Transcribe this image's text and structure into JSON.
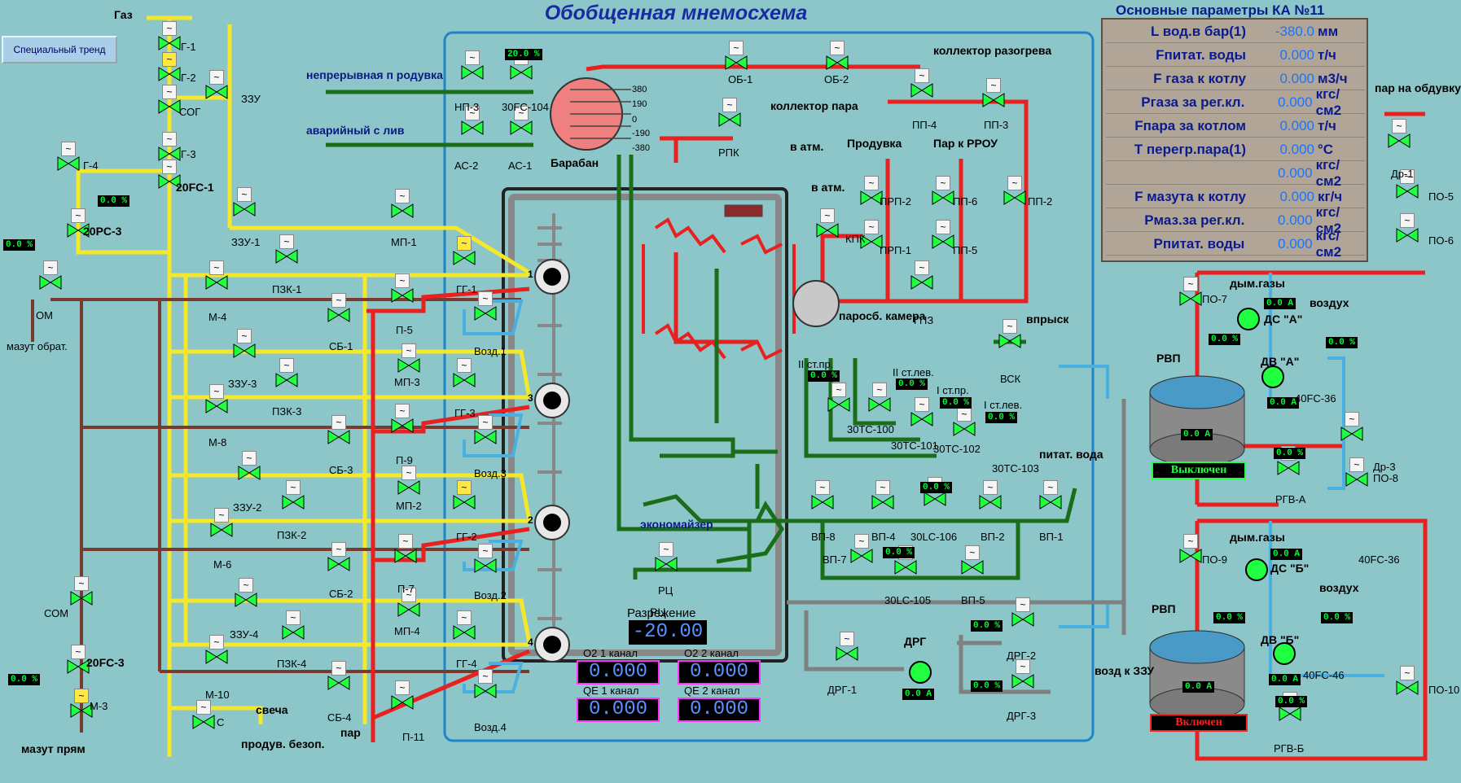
{
  "title": "Обобщенная мнемосхема",
  "special_trend": "Специальный тренд",
  "params_title": "Основные параметры КА №11",
  "params": [
    {
      "name": "L вод.в бар(1)",
      "value": "-380.0",
      "unit": "мм"
    },
    {
      "name": "Fпитат. воды",
      "value": "0.000",
      "unit": "т/ч"
    },
    {
      "name": "F газа к котлу",
      "value": "0.000",
      "unit": "м3/ч"
    },
    {
      "name": "Ргаза за рег.кл.",
      "value": "0.000",
      "unit": "кгс/см2"
    },
    {
      "name": "Fпара за котлом",
      "value": "0.000",
      "unit": "т/ч"
    },
    {
      "name": "Т перегр.пара(1)",
      "value": "0.000",
      "unit": "°С"
    },
    {
      "name": "",
      "value": "0.000",
      "unit": "кгс/см2"
    },
    {
      "name": "F мазута к котлу",
      "value": "0.000",
      "unit": "кг/ч"
    },
    {
      "name": "Рмаз.за рег.кл.",
      "value": "0.000",
      "unit": "кгс/см2"
    },
    {
      "name": "Рпитат. воды",
      "value": "0.000",
      "unit": "кгс/см2"
    }
  ],
  "labels": {
    "gas": "Газ",
    "g1": "Г-1",
    "g2": "Г-2",
    "g3": "Г-3",
    "g4": "Г-4",
    "sog": "СОГ",
    "zzu": "ЗЗУ",
    "fc1": "20FC-1",
    "pc3": "20PC-3",
    "om": "ОМ",
    "mazut_obr": "мазут обрат.",
    "fc3": "20FC-3",
    "som": "СОМ",
    "m3": "М-3",
    "mazut_pr": "мазут прям",
    "np_line": "непрерывная п родувка",
    "av_line": "аварийный с лив",
    "np3": "НП-3",
    "fc104": "30FC-104",
    "as2": "АС-2",
    "as1": "АС-1",
    "baraban": "Барабан",
    "ob1": "ОБ-1",
    "ob2": "ОБ-2",
    "koll_razog": "коллектор разогрева",
    "koll_para": "коллектор пара",
    "pp4": "ПП-4",
    "pp3": "ПП-3",
    "rpk": "РПК",
    "v_atm": "в атм.",
    "produvka": "Продувка",
    "par_rrou": "Пар к РРОУ",
    "v_atm2": "в атм.",
    "kpk": "КПК",
    "prp2": "ПРП-2",
    "prp1": "ПРП-1",
    "pp6": "ПП-6",
    "pp5": "ПП-5",
    "pp2": "ПП-2",
    "parosb": "паросб. камера",
    "gpz": "ГПЗ",
    "vprysk": "впрыск",
    "vsk": "ВСК",
    "par_obduv": "пар на обдувку",
    "dr1": "Др-1",
    "po5": "ПО-5",
    "po6": "ПО-6",
    "zzu1": "ЗЗУ-1",
    "mp1": "МП-1",
    "pzk1": "ПЗК-1",
    "gg1": "ГГ-1",
    "m4": "М-4",
    "p5": "П-5",
    "sb1": "СБ-1",
    "vozd1": "Возд.1",
    "zzu3": "ЗЗУ-3",
    "mp3": "МП-3",
    "pzk3": "ПЗК-3",
    "gg3": "ГГ-3",
    "m8": "М-8",
    "p9": "П-9",
    "sb3": "СБ-3",
    "vozd3": "Возд.3",
    "zzu2": "ЗЗУ-2",
    "mp2": "МП-2",
    "pzk2": "ПЗК-2",
    "gg2": "ГГ-2",
    "m6": "М-6",
    "p7": "П-7",
    "sb2": "СБ-2",
    "vozd2": "Возд.2",
    "zzu4": "ЗЗУ-4",
    "mp4": "МП-4",
    "pzk4": "ПЗК-4",
    "gg4": "ГГ-4",
    "m10": "М-10",
    "p11": "П-11",
    "sb4": "СБ-4",
    "vozd4": "Возд.4",
    "s": "С",
    "svecha": "свеча",
    "produv": "продув. безоп.",
    "par": "пар",
    "ekonom": "экономайзер",
    "rc": "РЦ",
    "razrezh": "Разрежение",
    "o2_1": "O2 1 канал",
    "o2_2": "O2 2 канал",
    "qe_1": "QE 1 канал",
    "qe_2": "QE 2 канал",
    "st2pr": "II ст.пр.",
    "st2lev": "II ст.лев.",
    "st1pr": "I ст.пр.",
    "st1lev": "I ст.лев.",
    "tc100": "30TC-100",
    "tc101": "30TC-101",
    "tc102": "30TC-102",
    "tc103": "30TC-103",
    "pitat": "питат. вода",
    "vp8": "ВП-8",
    "vp4": "ВП-4",
    "lc106": "30LC-106",
    "vp2": "ВП-2",
    "vp1": "ВП-1",
    "vp7": "ВП-7",
    "lc105": "30LC-105",
    "vp5": "ВП-5",
    "drg": "ДРГ",
    "drg1": "ДРГ-1",
    "drg2": "ДРГ-2",
    "drg3": "ДРГ-3",
    "vozd_zzu": "возд к ЗЗУ",
    "po7": "ПО-7",
    "dym_a": "дым.газы",
    "vozduh_a": "воздух",
    "ds_a": "ДС \"А\"",
    "rvp_a": "РВП",
    "dv_a": "ДВ \"А\"",
    "fc36": "40FC-36",
    "rgv_a": "РГВ-А",
    "po8": "ПО-8",
    "dr3": "Др-3",
    "po9": "ПО-9",
    "dym_b": "дым.газы",
    "ds_b": "ДС \"Б\"",
    "fc36b": "40FC-36",
    "vozduh_b": "воздух",
    "rvp_b": "РВП",
    "dv_b": "ДВ \"Б\"",
    "fc46": "40FC-46",
    "rgv_b": "РГВ-Б",
    "po10": "ПО-10",
    "lev380": "380",
    "lev190": "190",
    "lev0": "0",
    "levm190": "-190",
    "levm380": "-380"
  },
  "digits": {
    "fc104": "20.0 %",
    "fc1": "0.0 %",
    "pc3": "0.0 %",
    "fc3": "0.0 %",
    "st2pr": "0.0 %",
    "st2lev": "0.0 %",
    "st1pr": "0.0 %",
    "st1lev": "0.0 %",
    "lc106": "0.0 %",
    "lc105": "0.0 %",
    "drg": "0.0 A",
    "drg2": "0.0 %",
    "drg3": "0.0 %",
    "ds_a": "0.0 A",
    "ds_a_pct": "0.0 %",
    "rvp_a": "0.0 A",
    "dv_a": "0.0 A",
    "dv_a_pct": "0.0 %",
    "rgv_a": "0.0 %",
    "ds_b": "0.0 A",
    "ds_b_pct": "0.0 %",
    "rvp_b": "0.0 A",
    "dv_b": "0.0 A",
    "dv_b_pct": "0.0 %",
    "rgv_b": "0.0 %"
  },
  "razrezhenie": "-20.00",
  "o2_1_val": "0.000",
  "o2_2_val": "0.000",
  "qe_1_val": "0.000",
  "qe_2_val": "0.000",
  "status_a": "Выключен",
  "status_b": "Включен",
  "colors": {
    "gas": "#f5e82a",
    "mazut": "#7a3a30",
    "steam": "#e82020",
    "water": "#1a6e1a",
    "air": "#4ab0e0",
    "flue": "#808080",
    "off": "#20ff40",
    "on": "#ff2020"
  }
}
